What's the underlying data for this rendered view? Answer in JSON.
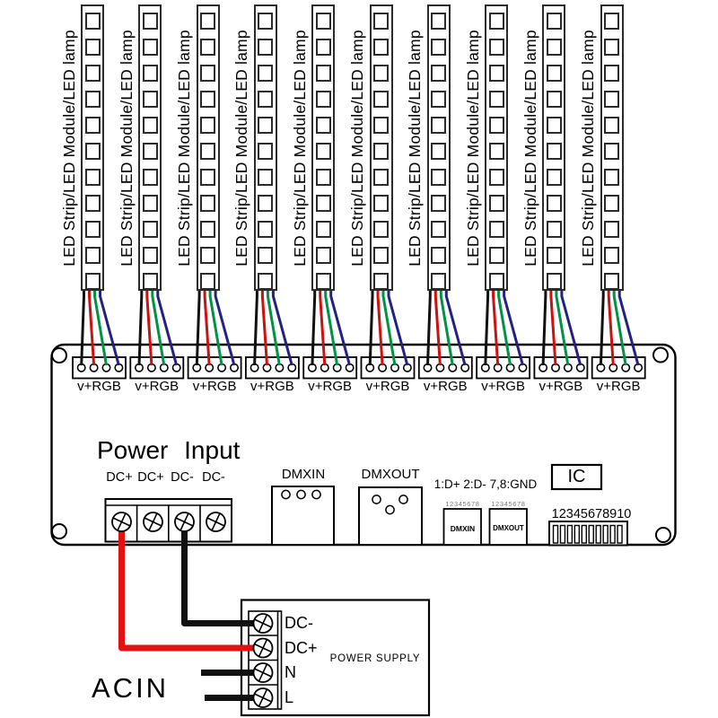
{
  "figure": {
    "background": "#ffffff",
    "line_color": "#000000"
  },
  "led_strip": {
    "label": "LED Strip/LED Module/LED lamp",
    "count": 10,
    "leds_per_strip": 11
  },
  "output": {
    "terminal_label": "v+RGB",
    "terminal_count": 10,
    "wire_colors": {
      "v_plus": "#111111",
      "r": "#cc1111",
      "g": "#009343",
      "b": "#23237f"
    }
  },
  "board": {
    "power_input": {
      "title": "Power Input",
      "terminal_labels": [
        "DC+",
        "DC+",
        "DC-",
        "DC-"
      ]
    },
    "dmx_in_label": "DMXIN",
    "dmx_out_label": "DMXOUT",
    "pin_note": "1:D+ 2:D- 7,8:GND",
    "ic_label": "IC",
    "rj45_ports": [
      {
        "pins": "12345678",
        "label": "DMXIN"
      },
      {
        "pins": "12345678",
        "label": "DMXOUT"
      }
    ],
    "dip_switch": {
      "scale_label": "12345678910",
      "switch_count": 10
    }
  },
  "power_supply": {
    "name": "POWER SUPPLY",
    "terminal_labels": [
      "DC-",
      "DC+",
      "N",
      "L"
    ],
    "ac_input_label": "ACIN",
    "wire_colors": {
      "dc_minus": "#111111",
      "dc_plus": "#e31212",
      "n": "#111111",
      "l": "#111111"
    }
  }
}
